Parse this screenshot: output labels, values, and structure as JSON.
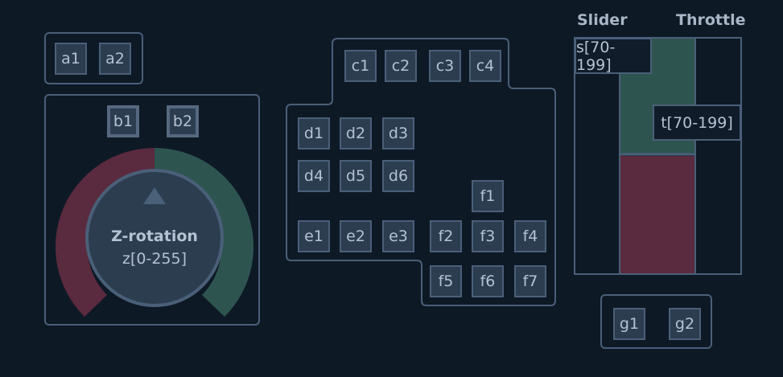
{
  "buttons": {
    "a1": "a1",
    "a2": "a2",
    "b1": "b1",
    "b2": "b2",
    "c1": "c1",
    "c2": "c2",
    "c3": "c3",
    "c4": "c4",
    "d1": "d1",
    "d2": "d2",
    "d3": "d3",
    "d4": "d4",
    "d5": "d5",
    "d6": "d6",
    "e1": "e1",
    "e2": "e2",
    "e3": "e3",
    "f1": "f1",
    "f2": "f2",
    "f3": "f3",
    "f4": "f4",
    "f5": "f5",
    "f6": "f6",
    "f7": "f7",
    "g1": "g1",
    "g2": "g2"
  },
  "rotation": {
    "title": "Z-rotation",
    "range": "z[0-255]"
  },
  "slider": {
    "title": "Slider",
    "range": "s[70-199]"
  },
  "throttle": {
    "title": "Throttle",
    "range": "t[70-199]"
  },
  "colors": {
    "background": "#0e1926",
    "border": "#4a5f78",
    "button_fill": "#2c3d50",
    "positive": "#2e5450",
    "negative": "#5a2a3e"
  }
}
